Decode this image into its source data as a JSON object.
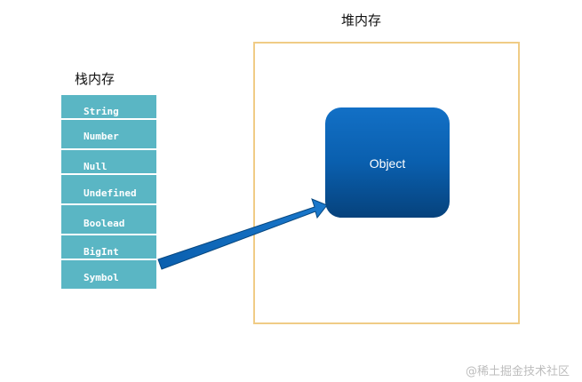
{
  "heap_title": "堆内存",
  "stack_title": "栈内存",
  "stack_items": [
    "String",
    "Number",
    "Null",
    "Undefined",
    "Boolead",
    "BigInt",
    "Symbol"
  ],
  "object_label": "Object",
  "watermark": "@稀土掘金技术社区"
}
